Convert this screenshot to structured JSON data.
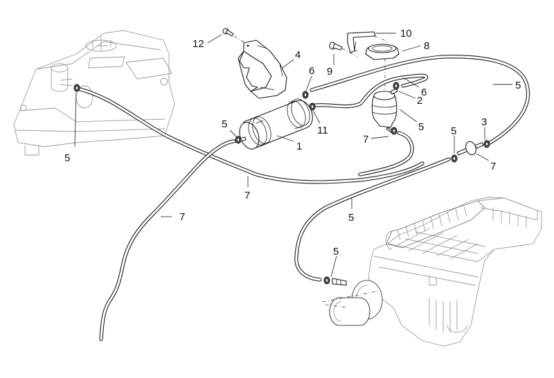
{
  "diagram": {
    "title": "Fuel vapour recovery system",
    "colors": {
      "line": "#1a1a1a",
      "ghost": "#9a9a9a",
      "background": "#ffffff"
    },
    "components": [
      {
        "id": "fuel-tank",
        "label": "Fuel tank (context)"
      },
      {
        "id": "air-box",
        "label": "Air filter box (context)"
      },
      {
        "id": "carbon-canister",
        "ref": "1"
      },
      {
        "id": "separator",
        "ref": "2"
      },
      {
        "id": "check-valve",
        "ref": "3"
      },
      {
        "id": "canister-bracket",
        "ref": "4"
      },
      {
        "id": "hose-clamp",
        "ref": "5"
      },
      {
        "id": "hose-clamp-small",
        "ref": "6"
      },
      {
        "id": "vent-hose",
        "ref": "7"
      },
      {
        "id": "hose-8",
        "ref": "8"
      },
      {
        "id": "bracket-9",
        "ref": "9"
      },
      {
        "id": "holder-10",
        "ref": "10"
      },
      {
        "id": "screw-11",
        "ref": "11"
      },
      {
        "id": "screw-12",
        "ref": "12"
      }
    ],
    "callouts": [
      {
        "text": "12"
      },
      {
        "text": "4"
      },
      {
        "text": "5"
      },
      {
        "text": "5"
      },
      {
        "text": "1"
      },
      {
        "text": "6"
      },
      {
        "text": "11"
      },
      {
        "text": "9"
      },
      {
        "text": "10"
      },
      {
        "text": "8"
      },
      {
        "text": "6"
      },
      {
        "text": "2"
      },
      {
        "text": "5"
      },
      {
        "text": "7"
      },
      {
        "text": "5"
      },
      {
        "text": "5"
      },
      {
        "text": "3"
      },
      {
        "text": "7"
      },
      {
        "text": "7"
      },
      {
        "text": "7"
      },
      {
        "text": "5"
      },
      {
        "text": "5"
      }
    ]
  }
}
